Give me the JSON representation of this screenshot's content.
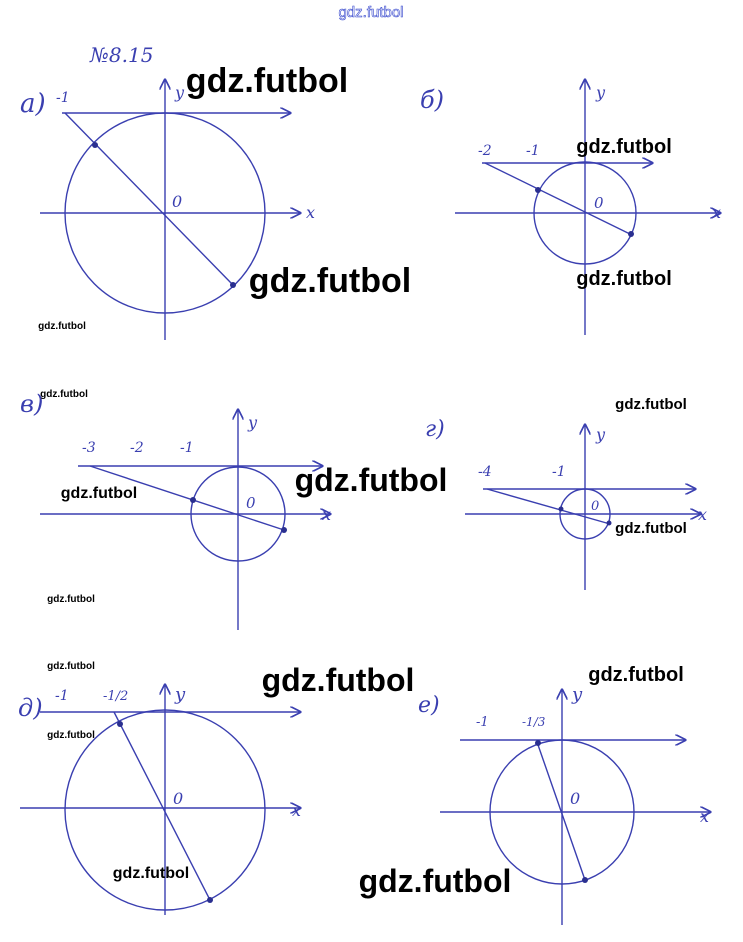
{
  "problem_number": "№8.15",
  "watermark": "gdz.futbol",
  "parts": [
    {
      "label": "а)",
      "ticks": [
        "-1"
      ],
      "origin": "0",
      "x": "x",
      "y": "y"
    },
    {
      "label": "б)",
      "ticks": [
        "-2",
        "-1"
      ],
      "origin": "0",
      "x": "x",
      "y": "y"
    },
    {
      "label": "в)",
      "ticks": [
        "-3",
        "-2",
        "-1"
      ],
      "origin": "0",
      "x": "x",
      "y": "y"
    },
    {
      "label": "г)",
      "ticks": [
        "-4",
        "-1"
      ],
      "origin": "0",
      "x": "x",
      "y": "y"
    },
    {
      "label": "д)",
      "ticks": [
        "-1",
        "-1/2"
      ],
      "origin": "0",
      "x": "x",
      "y": "y"
    },
    {
      "label": "е)",
      "ticks": [
        "-1",
        "-1/3"
      ],
      "origin": "0",
      "x": "x",
      "y": "y"
    }
  ]
}
